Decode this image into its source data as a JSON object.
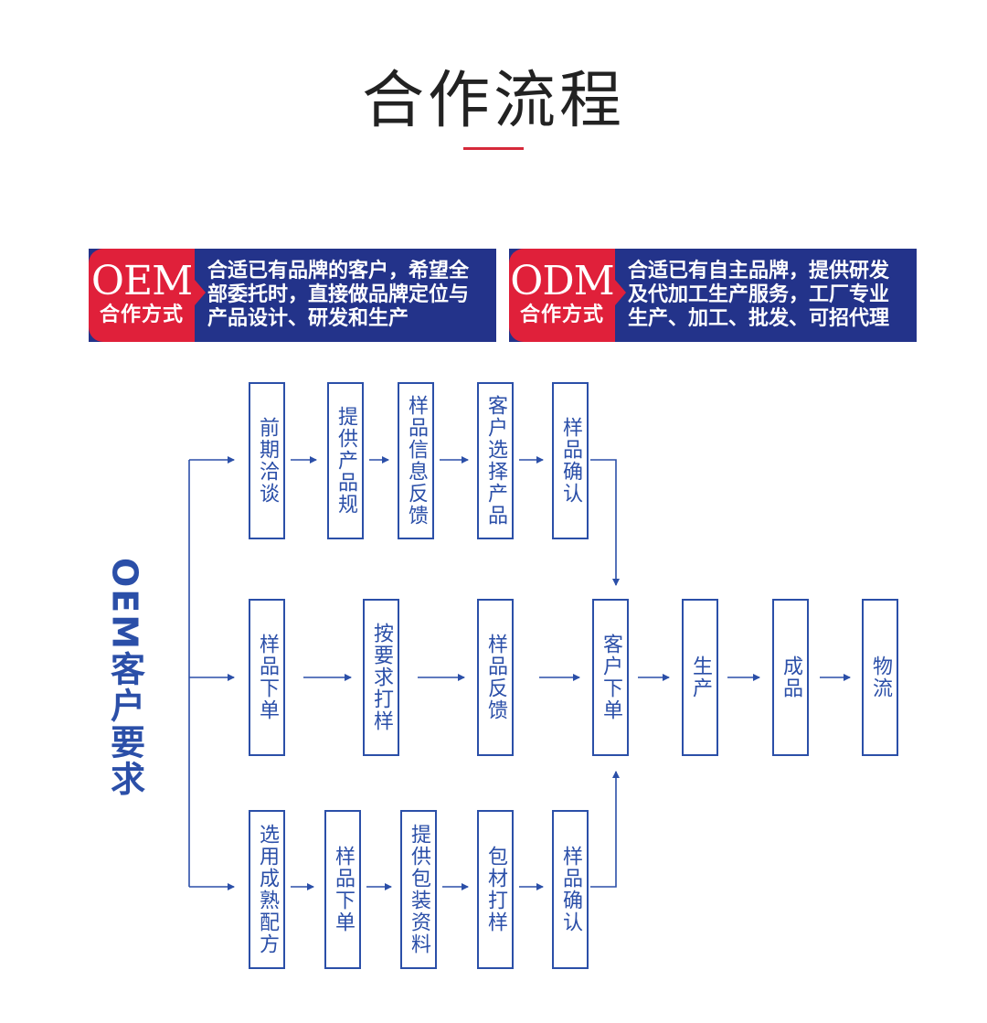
{
  "title": "合作流程",
  "banners": {
    "oem": {
      "tag_big": "OEM",
      "tag_small": "合作方式",
      "desc": "合适已有品牌的客户，希望全部委托时，直接做品牌定位与产品设计、研发和生产"
    },
    "odm": {
      "tag_big": "ODM",
      "tag_small": "合作方式",
      "desc": "合适已有自主品牌，提供研发及代加工生产服务，工厂专业生产、加工、批发、可招代理"
    }
  },
  "side_label": "OEM客户要求",
  "rows": {
    "top": [
      "前期洽谈",
      "提供产品规",
      "样品信息反馈",
      "客户选择产品",
      "样品确认"
    ],
    "middle": [
      "样品下单",
      "按要求打样",
      "样品反馈",
      "客户下单",
      "生产",
      "成品",
      "物流"
    ],
    "bottom": [
      "选用成熟配方",
      "样品下单",
      "提供包装资料",
      "包材打样",
      "样品确认"
    ]
  },
  "colors": {
    "accent_red": "#e0203a",
    "navy": "#23338a",
    "flow_blue": "#2b4fa8"
  }
}
